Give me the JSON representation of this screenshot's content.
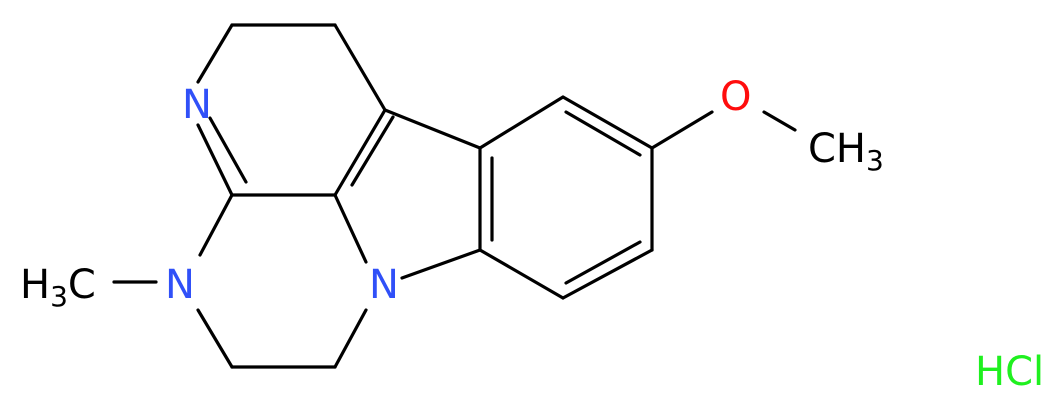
{
  "colors": {
    "bond": "#000000",
    "nitrogen": "#3050f8",
    "oxygen": "#ff0d0d",
    "chlorine": "#1ff01f",
    "carbon": "#000000"
  },
  "atoms": {
    "n_imine": "N",
    "n_indole": "N",
    "n_methyl_element": "N",
    "n_methyl_group": "H",
    "n_methyl_group_sub": "3",
    "n_methyl_group_tail": "C",
    "oxygen": "O",
    "methoxy_group": "CH",
    "methoxy_group_sub": "3"
  },
  "salt": "HCl"
}
